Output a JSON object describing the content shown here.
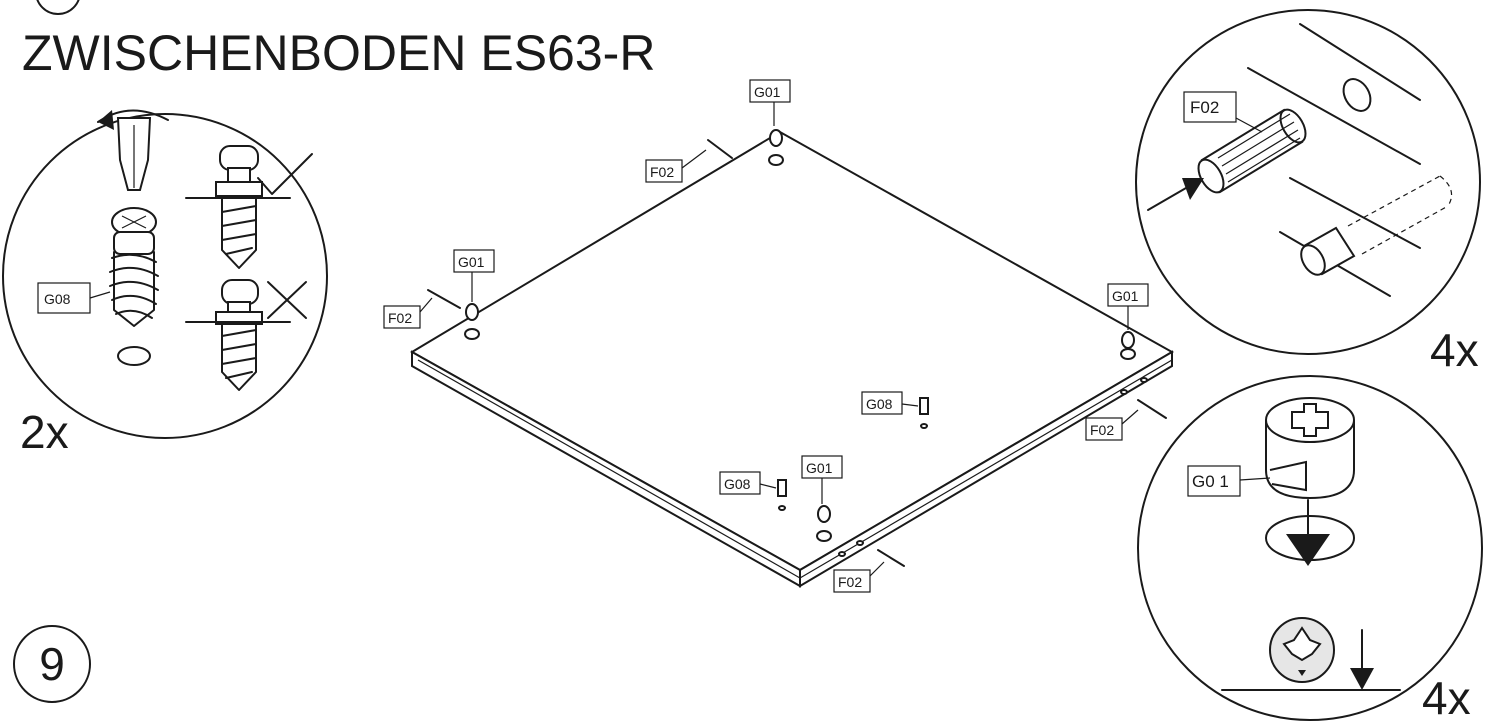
{
  "title": "ZWISCHENBODEN ES63-R",
  "step_number": "9",
  "detail_left": {
    "count": "2x",
    "part_label": "G08"
  },
  "detail_top_right": {
    "count": "4x",
    "part_label": "F02"
  },
  "detail_bottom_right": {
    "count": "4x",
    "part_label": "G0 1"
  },
  "main_labels": {
    "g01_back": "G01",
    "g01_left": "G01",
    "g01_right": "G01",
    "g01_front": "G01",
    "g08_center": "G08",
    "g08_front": "G08",
    "f02_back": "F02",
    "f02_left": "F02",
    "f02_right": "F02",
    "f02_front": "F02"
  }
}
